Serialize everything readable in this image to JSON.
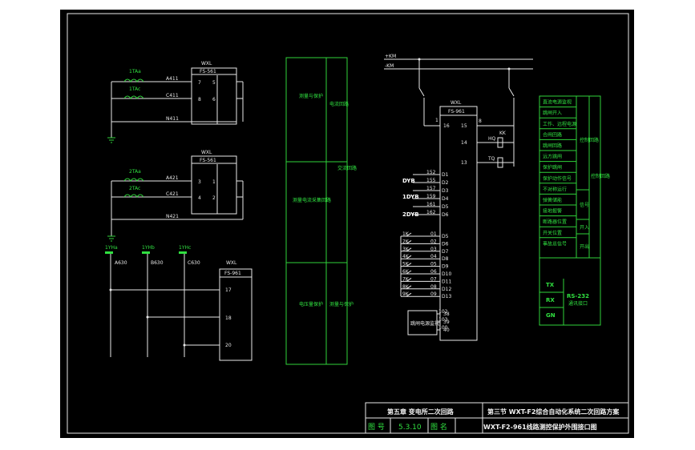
{
  "left": {
    "dev1": {
      "title": "WXL",
      "model": "FS-561",
      "pins": [
        "7",
        "8",
        "5",
        "6"
      ]
    },
    "dev2": {
      "title": "WXL",
      "model": "FS-561",
      "pins": [
        "3",
        "4",
        "1",
        "2"
      ]
    },
    "dev3": {
      "title": "WXL",
      "model": "FS-961",
      "pins": [
        "17",
        "18",
        "20"
      ]
    },
    "ct1": [
      "1TAa",
      "1TAc"
    ],
    "ct2": [
      "2TAa",
      "2TAc"
    ],
    "wires1": [
      "A411",
      "C411",
      "N411"
    ],
    "wires2": [
      "A421",
      "C421",
      "N421"
    ],
    "pt": [
      "1YHa",
      "1YHb",
      "1YHc"
    ],
    "pt_wires": [
      "A630",
      "B630",
      "C630"
    ]
  },
  "mid_table": {
    "cols": [
      "测量与保护",
      "电流回路",
      "交流回路"
    ],
    "rows": [
      "测量与保护",
      "测量电流采集回路",
      "电压量保护"
    ]
  },
  "center": {
    "buses": [
      "+KM",
      "-KM"
    ],
    "dev_title": "WXL",
    "dev_model": "FS-961",
    "top_pins": [
      "1",
      "16",
      "15",
      "14",
      "13"
    ],
    "top_labels": [
      "8",
      "HQ",
      "TQ",
      "KK"
    ],
    "left_groups": [
      "DYB",
      "1DYB",
      "2DYB"
    ],
    "left_pins": [
      "D1",
      "D2",
      "D3",
      "D4",
      "D5",
      "D6"
    ],
    "left_wires": [
      "152",
      "155",
      "157",
      "159",
      "161",
      "162"
    ],
    "io_pins": [
      "D5",
      "D6",
      "D7",
      "D8",
      "D9",
      "D10",
      "D11",
      "D12",
      "D13"
    ],
    "io_labels": [
      "1K",
      "2K",
      "3K",
      "4K",
      "5K",
      "6K",
      "7K",
      "8K",
      "9K"
    ],
    "io_wires": [
      "01",
      "02",
      "03",
      "04",
      "05",
      "06",
      "07",
      "08",
      "09"
    ],
    "bottom_box": "跳闸电源监视",
    "bottom_pins": [
      "38",
      "39",
      "40"
    ],
    "bottom_wires": [
      "102",
      "103",
      "100"
    ]
  },
  "right_table": {
    "items": [
      "直流电源监视",
      "跳闸开入",
      "工作、远程电源",
      "合闸回路",
      "跳闸回路",
      "远方跳闸",
      "保护跳闸",
      "保护动作信号",
      "不对称运行",
      "弹簧储能",
      "接地报警",
      "断路器位置",
      "开关位置",
      "事故总信号"
    ],
    "groups": [
      "控制回路",
      "信号",
      "开入",
      "开出"
    ],
    "outer": "控制回路"
  },
  "comm": {
    "labels": [
      "TX",
      "RX",
      "GN"
    ],
    "bus": "RS-232",
    "sub": "通讯接口"
  },
  "title_block": {
    "chapter": "第五章 变电所二次回路",
    "section": "第三节 WXT-F2综合自动化系统二次回路方案",
    "fig_no_label": "图  号",
    "fig_no": "5.3.10",
    "fig_name_label": "图  名",
    "fig_name": "WXT-F2-961线路测控保护外围接口图"
  }
}
